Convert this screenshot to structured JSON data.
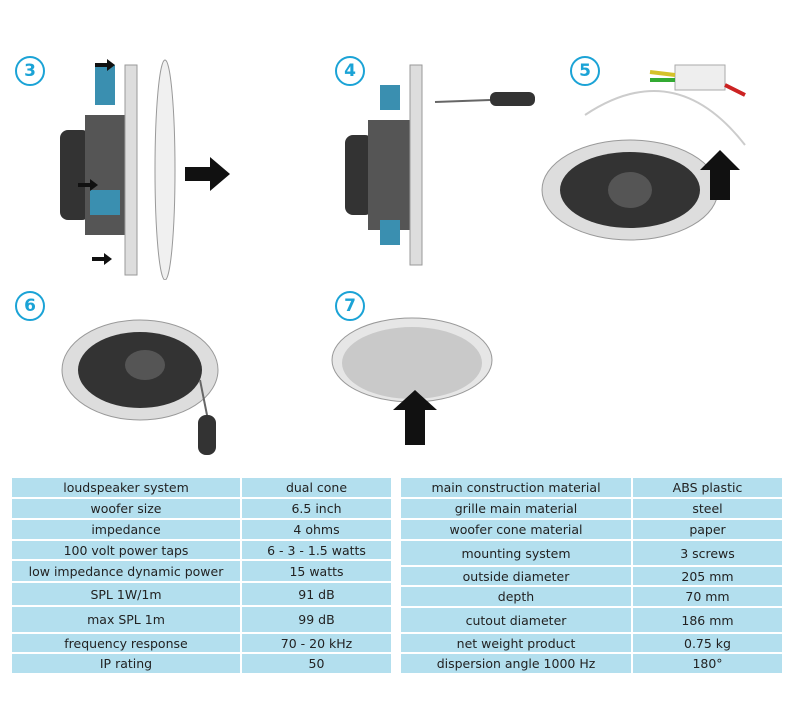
{
  "steps": [
    "3",
    "4",
    "5",
    "6",
    "7"
  ],
  "left_table": [
    [
      "loudspeaker system",
      "dual cone"
    ],
    [
      "woofer size",
      "6.5 inch"
    ],
    [
      "impedance",
      "4 ohms"
    ],
    [
      "100 volt power taps",
      "6 - 3 - 1.5 watts"
    ],
    [
      "low impedance dynamic power",
      "15 watts"
    ],
    [
      "SPL 1W/1m",
      "91 dB"
    ],
    [
      "max SPL 1m",
      "99 dB"
    ],
    [
      "frequency response",
      "70 - 20 kHz"
    ],
    [
      "IP rating",
      "50"
    ]
  ],
  "right_table": [
    [
      "main construction material",
      "ABS plastic"
    ],
    [
      "grille main material",
      "steel"
    ],
    [
      "woofer cone material",
      "paper"
    ],
    [
      "mounting system",
      "3 screws"
    ],
    [
      "outside diameter",
      "205 mm"
    ],
    [
      "depth",
      "70 mm"
    ],
    [
      "cutout diameter",
      "186 mm"
    ],
    [
      "net weight product",
      "0.75 kg"
    ],
    [
      "dispersion angle 1000 Hz",
      "180°"
    ]
  ],
  "colors": {
    "accent": "#1ba3d6",
    "table_bg": "#b3dfee"
  }
}
